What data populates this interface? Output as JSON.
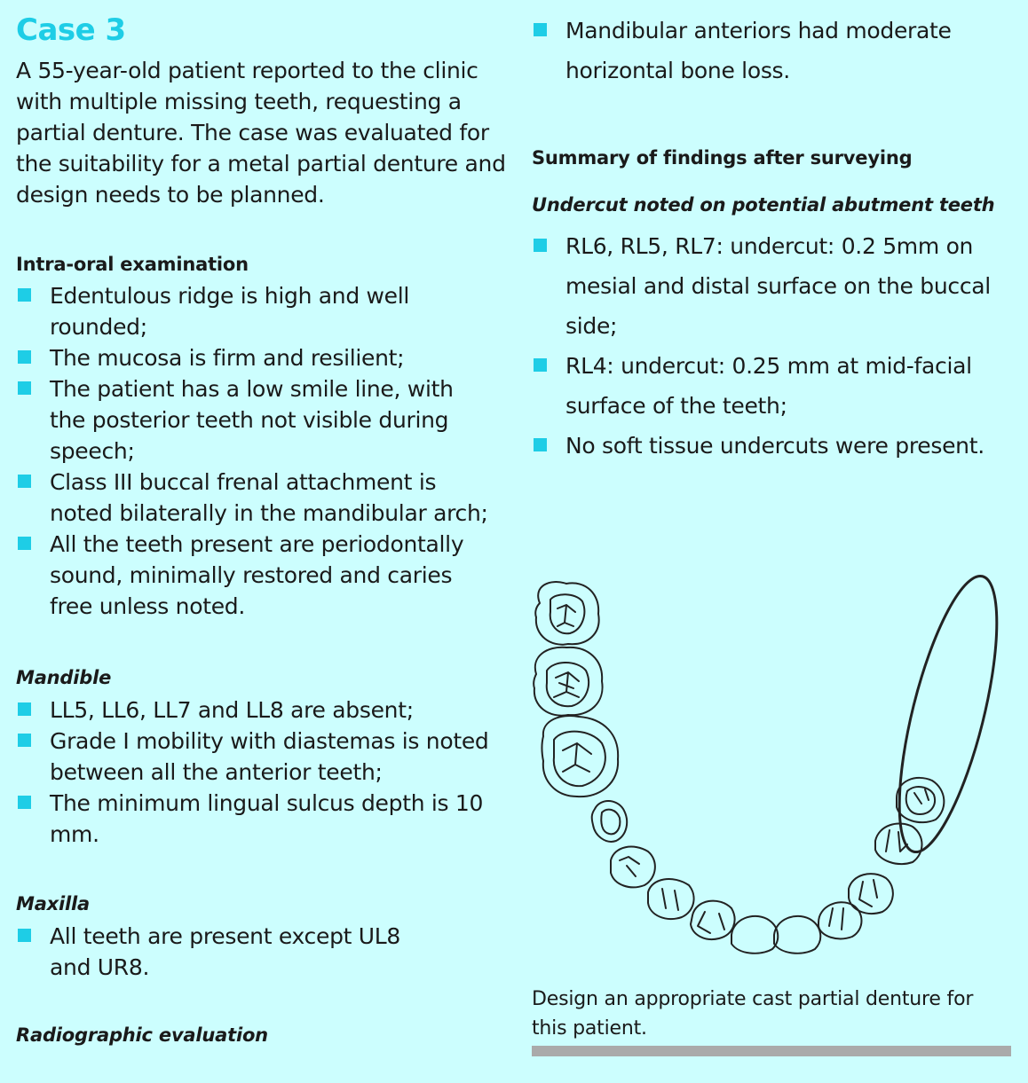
{
  "case_title": "Case 3",
  "intro": "A 55-year-old patient reported to the clinic with multiple missing teeth, requesting a partial denture. The case was evaluated for the suitability for a metal partial denture and design needs to be planned.",
  "intra_oral": {
    "heading": "Intra-oral examination",
    "items": [
      "Edentulous ridge is high and well rounded;",
      "The mucosa is firm and resilient;",
      "The patient has a low smile line, with the posterior teeth not visible during speech;",
      "Class III buccal frenal attachment is noted bilaterally in the mandibular arch;",
      "All the teeth present are periodontally sound, minimally restored and caries free unless noted."
    ]
  },
  "mandible": {
    "heading": "Mandible",
    "items": [
      "LL5, LL6, LL7 and LL8 are absent;",
      "Grade I mobility with diastemas is noted between all the anterior teeth;",
      "The minimum lingual sulcus depth is 10 mm."
    ]
  },
  "maxilla": {
    "heading": "Maxilla",
    "items": [
      "All teeth are present except UL8 and UR8."
    ]
  },
  "radiographic_heading": "Radiographic evaluation",
  "radiographic_items": [
    "Mandibular anteriors had moderate horizontal bone loss."
  ],
  "summary_heading": "Summary of findings after surveying",
  "undercut_heading": "Undercut noted on potential abutment teeth",
  "undercut_items": [
    "RL6, RL5, RL7: undercut: 0.2 5mm on mesial and distal surface on the buccal side;",
    "RL4: undercut: 0.25 mm at mid-facial surface of the teeth;",
    "No soft tissue undercuts were present."
  ],
  "footnote": "Design an appropriate cast partial denture for this patient.",
  "colors": {
    "background": "#ccfefe",
    "accent": "#1ecde6",
    "rule": "#aaaaaa"
  }
}
